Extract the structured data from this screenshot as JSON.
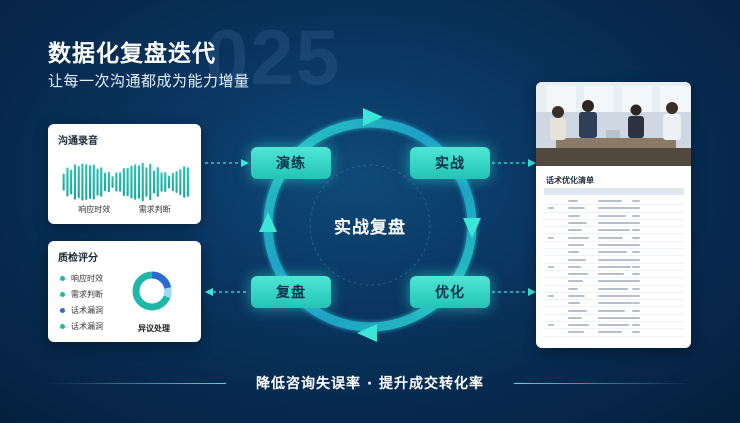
{
  "header": {
    "year_watermark": "025",
    "title": "数据化复盘迭代",
    "subtitle": "让每一次沟通都成为能力增量"
  },
  "audio_card": {
    "title": "沟通录音",
    "labels": [
      "响应时效",
      "需求判断"
    ]
  },
  "quality_card": {
    "title": "质检评分",
    "items": [
      {
        "label": "响应时效",
        "color": "#1fb8a8"
      },
      {
        "label": "需求判断",
        "color": "#1fb8a8"
      },
      {
        "label": "话术漏洞",
        "color": "#2e6bd1"
      },
      {
        "label": "话术漏洞",
        "color": "#1fb8a8"
      }
    ],
    "donut_label": "异议处理",
    "colors": {
      "primary": "#1fb8a8",
      "secondary": "#2e6bd1",
      "light": "#9fd9f2"
    }
  },
  "cycle": {
    "center": "实战复盘",
    "nodes": {
      "practice": "演练",
      "combat": "实战",
      "review": "复盘",
      "optimize": "优化"
    },
    "accent": "#3ce6d7"
  },
  "doc_card": {
    "title": "话术优化清单"
  },
  "footer": {
    "text": "降低咨询失误率 · 提升成交转化率"
  }
}
